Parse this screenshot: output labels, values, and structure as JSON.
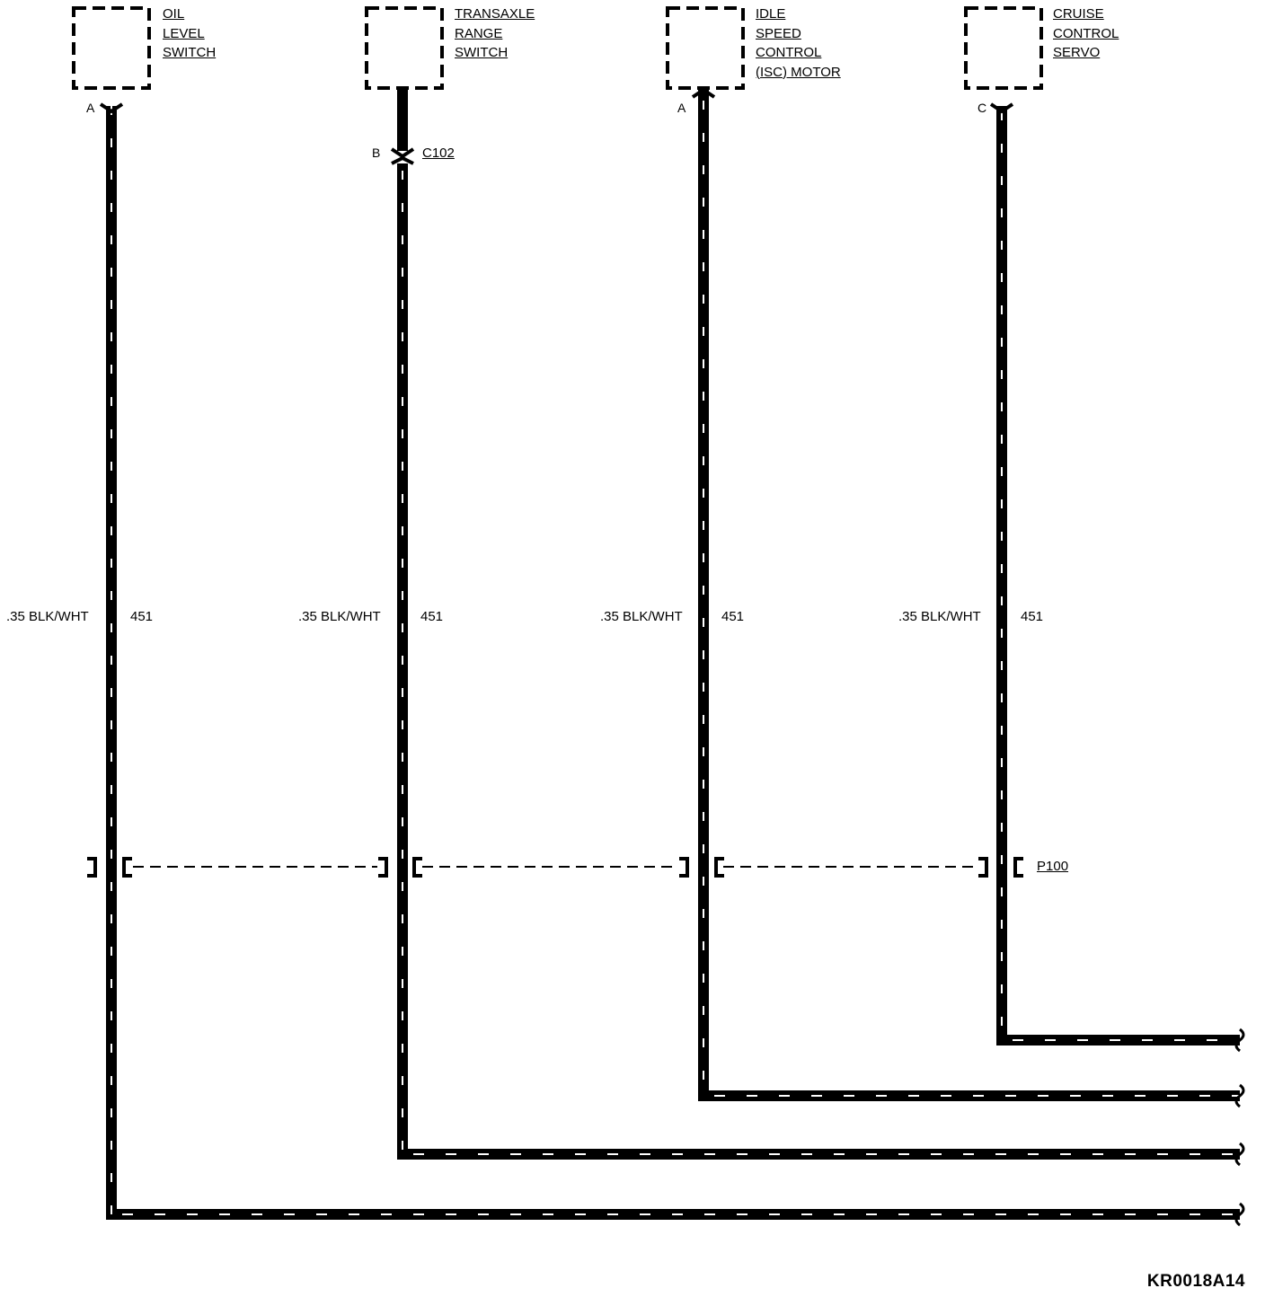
{
  "components": [
    {
      "lines": [
        "OIL",
        "LEVEL",
        "SWITCH"
      ],
      "pin": "A"
    },
    {
      "lines": [
        "TRANSAXLE",
        "RANGE",
        "SWITCH"
      ],
      "pin": "B",
      "connector": "C102"
    },
    {
      "lines": [
        "IDLE",
        "SPEED",
        "CONTROL",
        "(ISC) MOTOR"
      ],
      "pin": "A"
    },
    {
      "lines": [
        "CRUISE",
        "CONTROL",
        "SERVO"
      ],
      "pin": "C"
    }
  ],
  "wires": [
    {
      "gauge_color": ".35 BLK/WHT",
      "circuit": "451"
    },
    {
      "gauge_color": ".35 BLK/WHT",
      "circuit": "451"
    },
    {
      "gauge_color": ".35 BLK/WHT",
      "circuit": "451"
    },
    {
      "gauge_color": ".35 BLK/WHT",
      "circuit": "451"
    }
  ],
  "passthrough_label": "P100",
  "diagram_code": "KR0018A14",
  "colors": {
    "wire": "#000000",
    "stripe": "#ffffff",
    "background": "#ffffff"
  }
}
